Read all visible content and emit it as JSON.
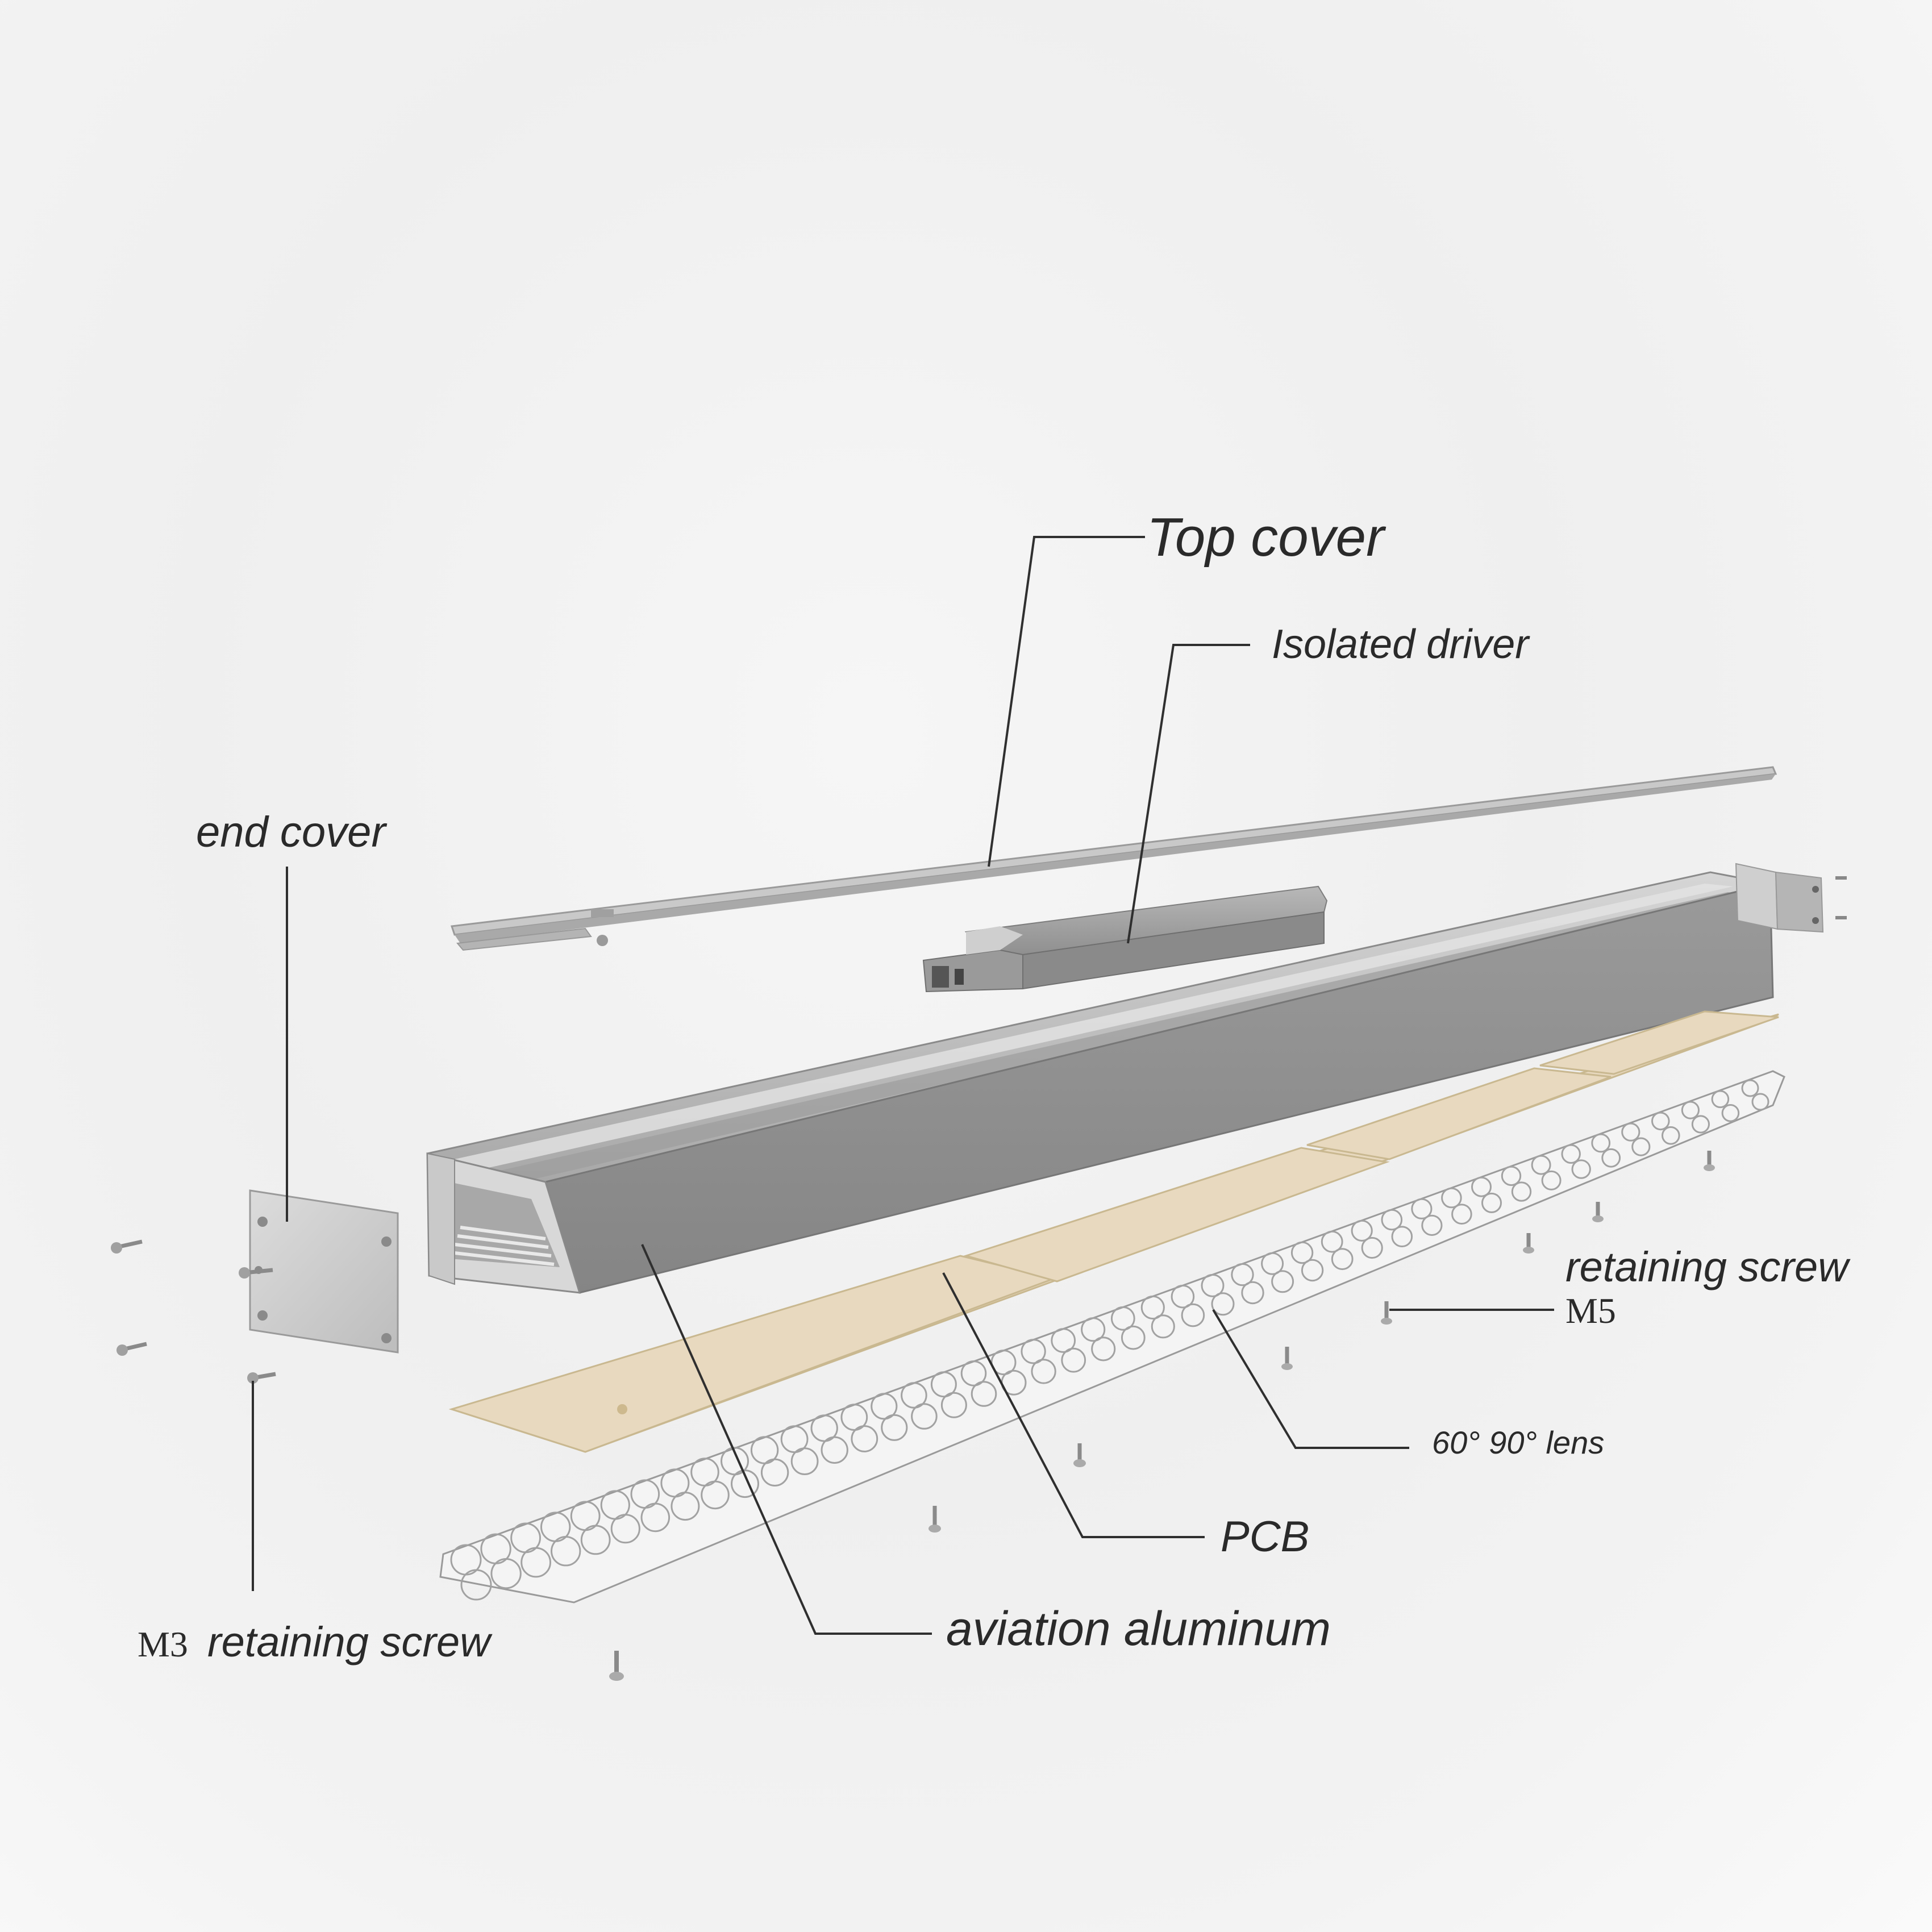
{
  "labels": {
    "top_cover": "Top cover",
    "isolated_driver": "Isolated driver",
    "end_cover": "end cover",
    "retaining_screw": "retaining screw",
    "m5": "M5",
    "lens": "60° 90° lens",
    "pcb": "PCB",
    "aviation_aluminum": "aviation aluminum",
    "m3": "M3",
    "m3_retaining_screw": "retaining screw"
  },
  "colors": {
    "aluminum_face": "#8f8f8f",
    "aluminum_top": "#b9b9b9",
    "pcb": "#e8d9bf",
    "lens_outline": "#9a9a9a",
    "label_text": "#2a2a2a"
  }
}
